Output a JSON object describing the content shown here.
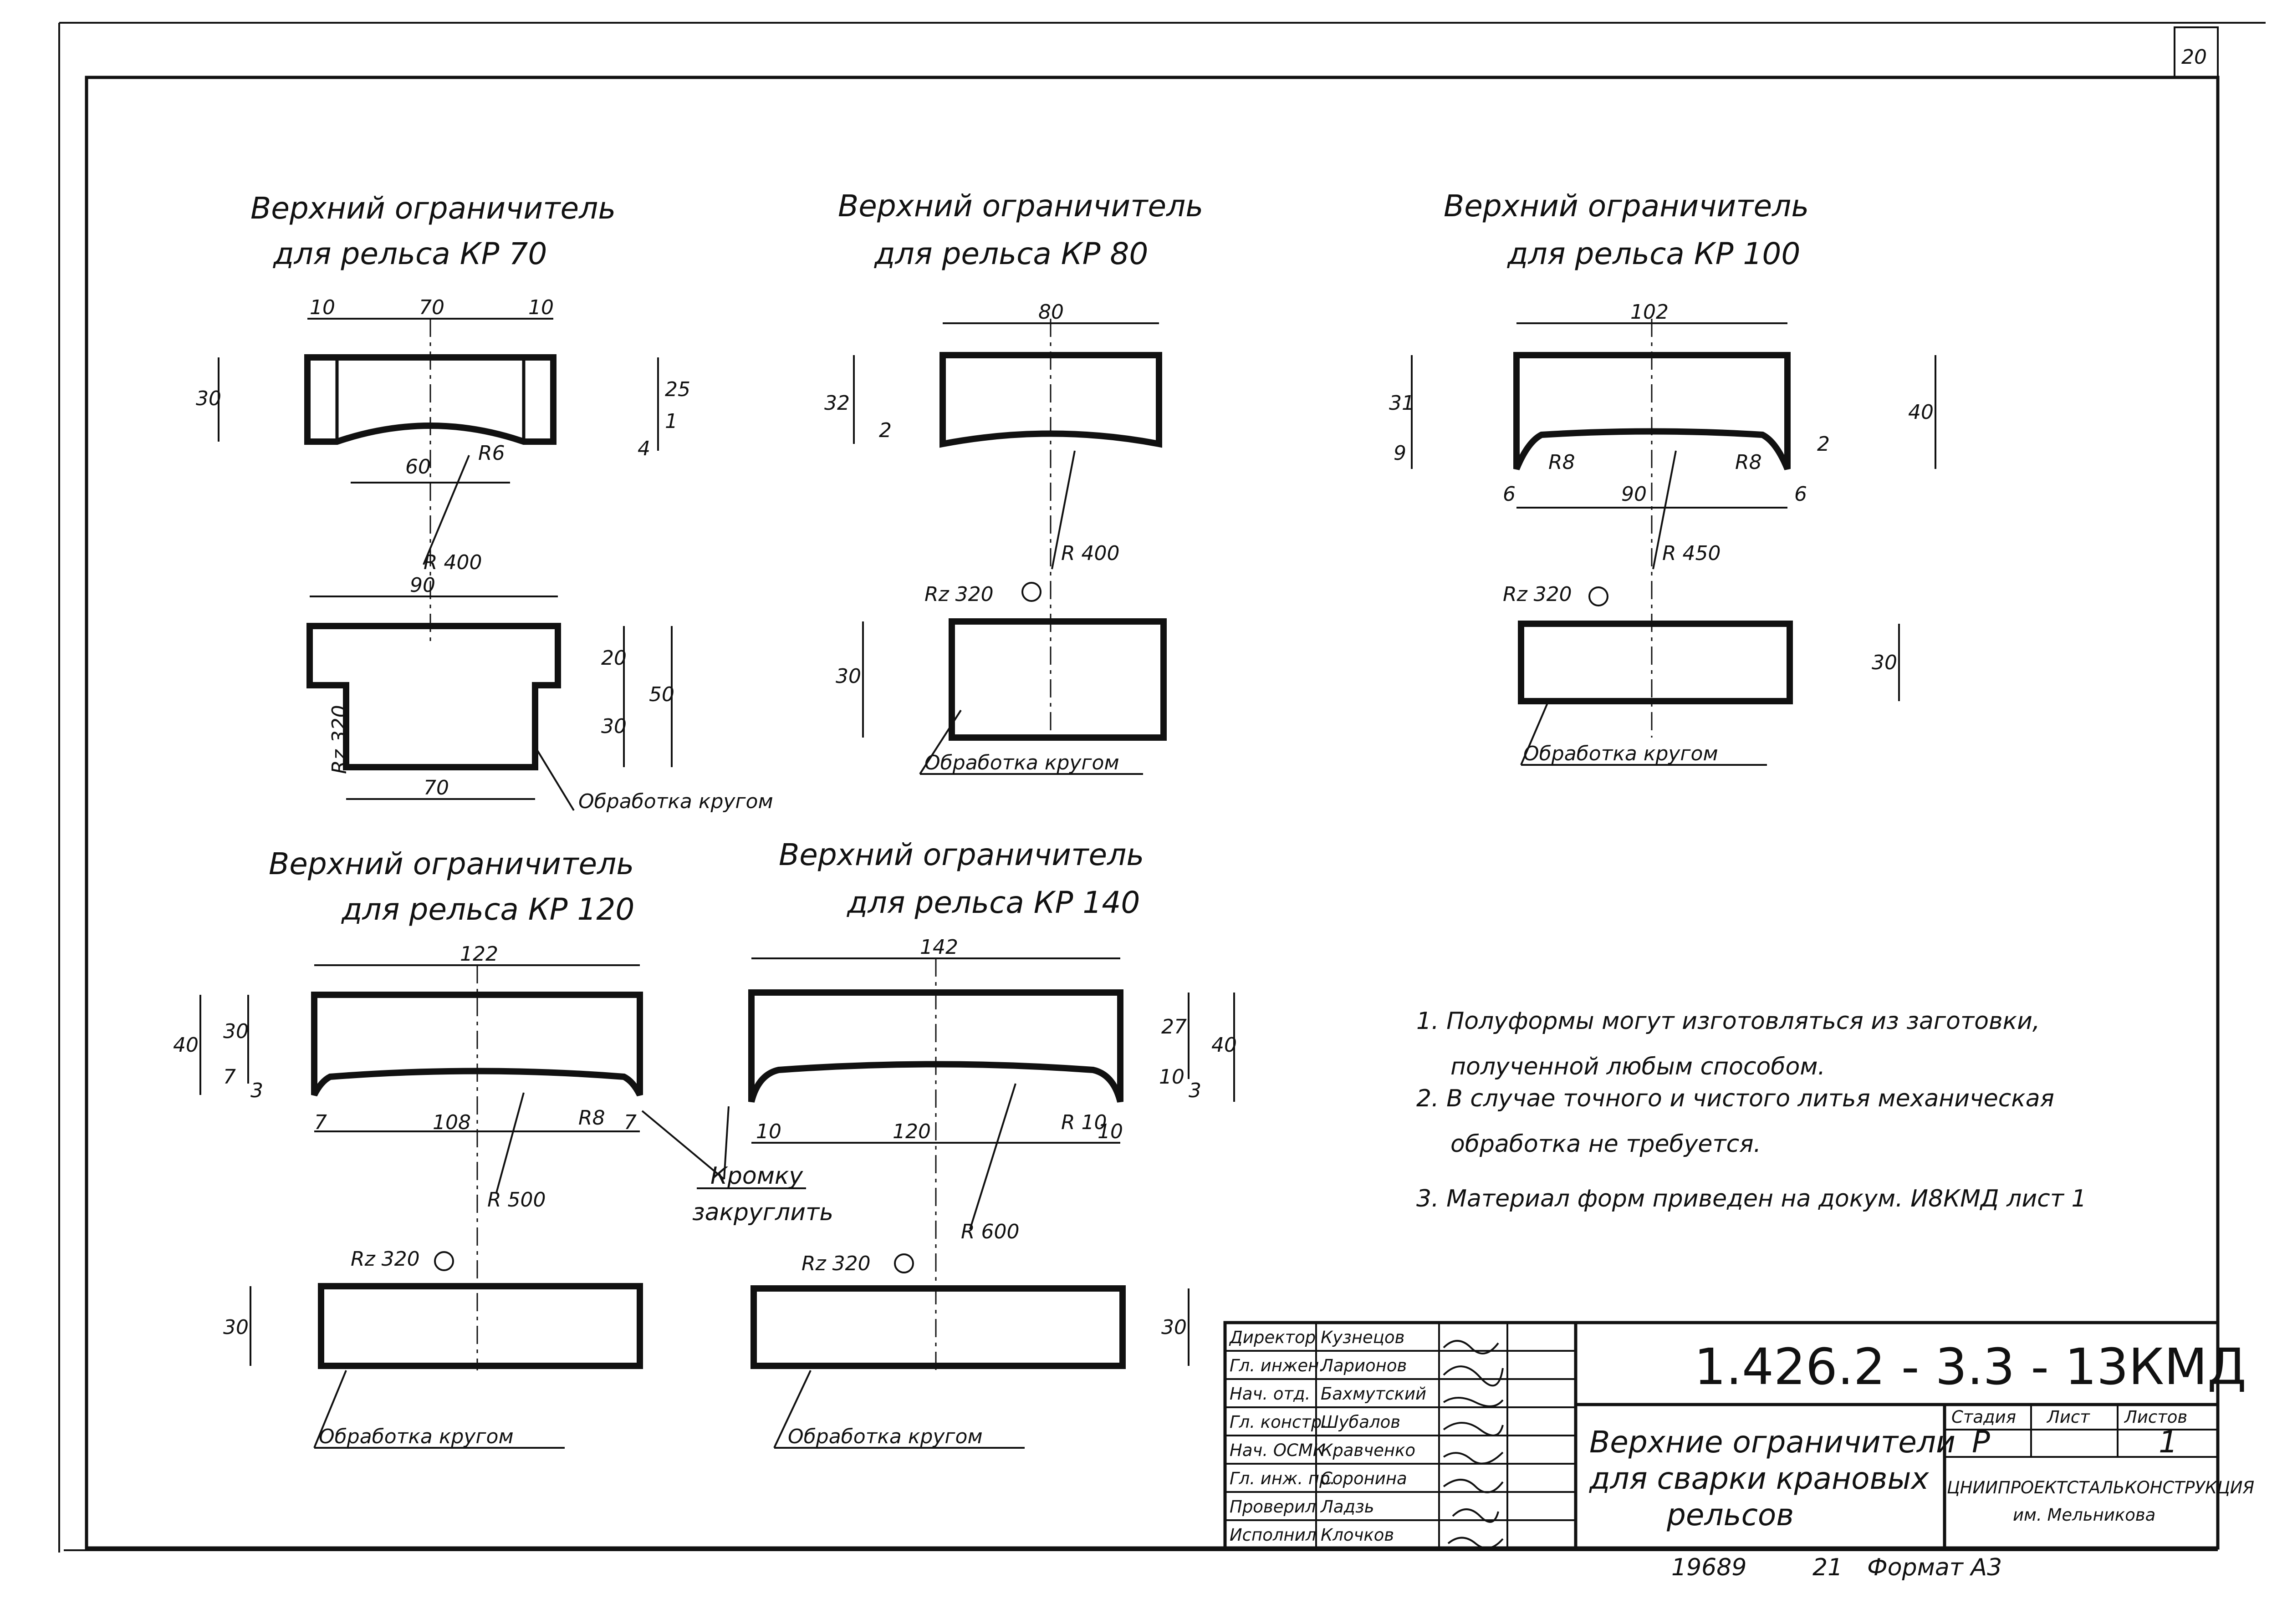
{
  "sheet_number": "20",
  "views": {
    "kr70": {
      "title1": "Верхний ограничитель",
      "title2": "для рельса КР 70",
      "dims": [
        "10",
        "70",
        "10",
        "30",
        "25",
        "1",
        "4",
        "60",
        "R6",
        "R 400",
        "90",
        "20",
        "30",
        "50",
        "70"
      ],
      "roughness": "Rz 320",
      "process": "Обработка кругом"
    },
    "kr80": {
      "title1": "Верхний ограничитель",
      "title2": "для рельса КР 80",
      "dims": [
        "80",
        "32",
        "2",
        "R 400",
        "30"
      ],
      "roughness": "Rz 320",
      "process": "Обработка кругом"
    },
    "kr100": {
      "title1": "Верхний ограничитель",
      "title2": "для рельса КР 100",
      "dims": [
        "102",
        "31",
        "40",
        "9",
        "2",
        "R8",
        "R8",
        "6",
        "90",
        "6",
        "R 450",
        "30"
      ],
      "roughness": "Rz 320",
      "process": "Обработка кругом"
    },
    "kr120": {
      "title1": "Верхний ограничитель",
      "title2": "для рельса КР 120",
      "dims": [
        "122",
        "40",
        "30",
        "7",
        "3",
        "R8",
        "7",
        "108",
        "7",
        "R 500",
        "30"
      ],
      "roughness": "Rz 320",
      "process": "Обработка кругом"
    },
    "kr140": {
      "title1": "Верхний ограничитель",
      "title2": "для рельса КР 140",
      "dims": [
        "142",
        "27",
        "40",
        "10",
        "3",
        "R 10",
        "10",
        "120",
        "10",
        "R 600",
        "30"
      ],
      "roughness": "Rz 320",
      "process": "Обработка кругом"
    }
  },
  "edge_note": [
    "Кромку",
    "закруглить"
  ],
  "notes": [
    "1. Полуформы могут изготовляться из заготовки,",
    "полученной любым способом.",
    "2. В случае точного и чистого литья механическая",
    "обработка не требуется.",
    "3. Материал форм приведен на докум. И8КМД лист 1"
  ],
  "title_block": {
    "code": "1.426.2 - 3.3 - 13КМД",
    "drawing_title": [
      "Верхние ограничители",
      "для сварки крановых",
      "рельсов"
    ],
    "stage_label": "Стадия",
    "sheet_label": "Лист",
    "sheets_label": "Листов",
    "stage": "Р",
    "sheets": "1",
    "org": [
      "ЦНИИПРОЕКТСТАЛЬКОНСТРУКЦИЯ",
      "им. Мельникова"
    ],
    "signatures": [
      {
        "role": "Директор",
        "name": "Кузнецов"
      },
      {
        "role": "Гл. инжен.",
        "name": "Ларионов"
      },
      {
        "role": "Нач. отд.",
        "name": "Бахмутский"
      },
      {
        "role": "Гл. констр.",
        "name": "Шубалов"
      },
      {
        "role": "Нач. ОСМК",
        "name": "Кравченко"
      },
      {
        "role": "Гл. инж. пр.",
        "name": "Соронина"
      },
      {
        "role": "Проверил",
        "name": "Ладзь"
      },
      {
        "role": "Исполнил",
        "name": "Клочков"
      }
    ]
  },
  "footer": {
    "inv": "19689",
    "copy": "21",
    "format": "Формат А3"
  }
}
